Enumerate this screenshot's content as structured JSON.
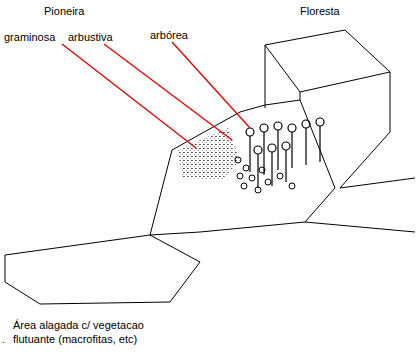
{
  "diagram": {
    "labels": [
      "Pioneira",
      "Floresta",
      "graminosa",
      "arbustiva",
      "arbórea",
      "Área alagada c/ vegetacao flutuante (macrofitas, etc)",
      "."
    ]
  }
}
